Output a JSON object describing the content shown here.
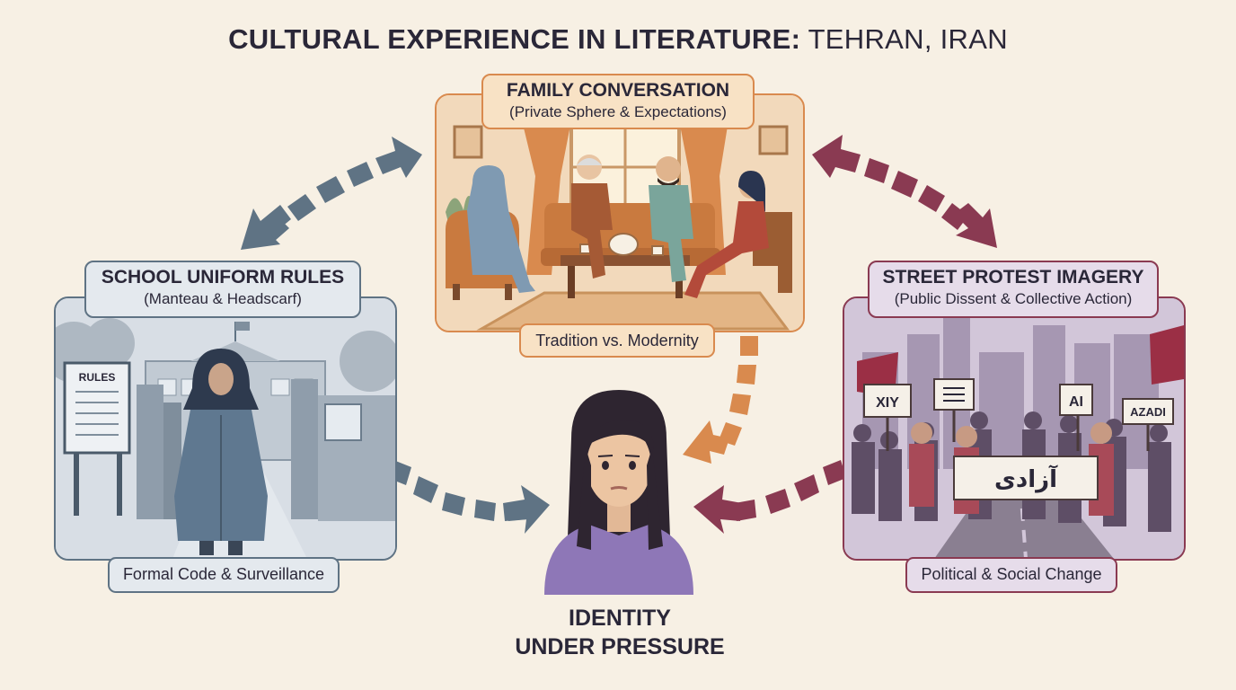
{
  "title": {
    "bold": "CULTURAL EXPERIENCE IN LITERATURE:",
    "thin": "TEHRAN, IRAN"
  },
  "family": {
    "heading": "FAMILY CONVERSATION",
    "subtitle": "(Private Sphere & Expectations)",
    "tag": "Tradition vs. Modernity"
  },
  "school": {
    "heading": "SCHOOL UNIFORM RULES",
    "subtitle": "(Manteau & Headscarf)",
    "tag": "Formal Code & Surveillance",
    "sign": "RULES"
  },
  "protest": {
    "heading": "STREET PROTEST IMAGERY",
    "subtitle": "(Public Dissent & Collective Action)",
    "tag": "Political & Social Change",
    "banner": "آزادی",
    "sign_azadi": "AZADI",
    "sign_1": "XIY",
    "sign_2": "AI"
  },
  "center": {
    "line1": "IDENTITY",
    "line2": "UNDER PRESSURE"
  },
  "colors": {
    "family": "#d98a4e",
    "school": "#5f7384",
    "protest": "#8a3a52",
    "text": "#2a2738",
    "background": "#f7f0e4"
  }
}
